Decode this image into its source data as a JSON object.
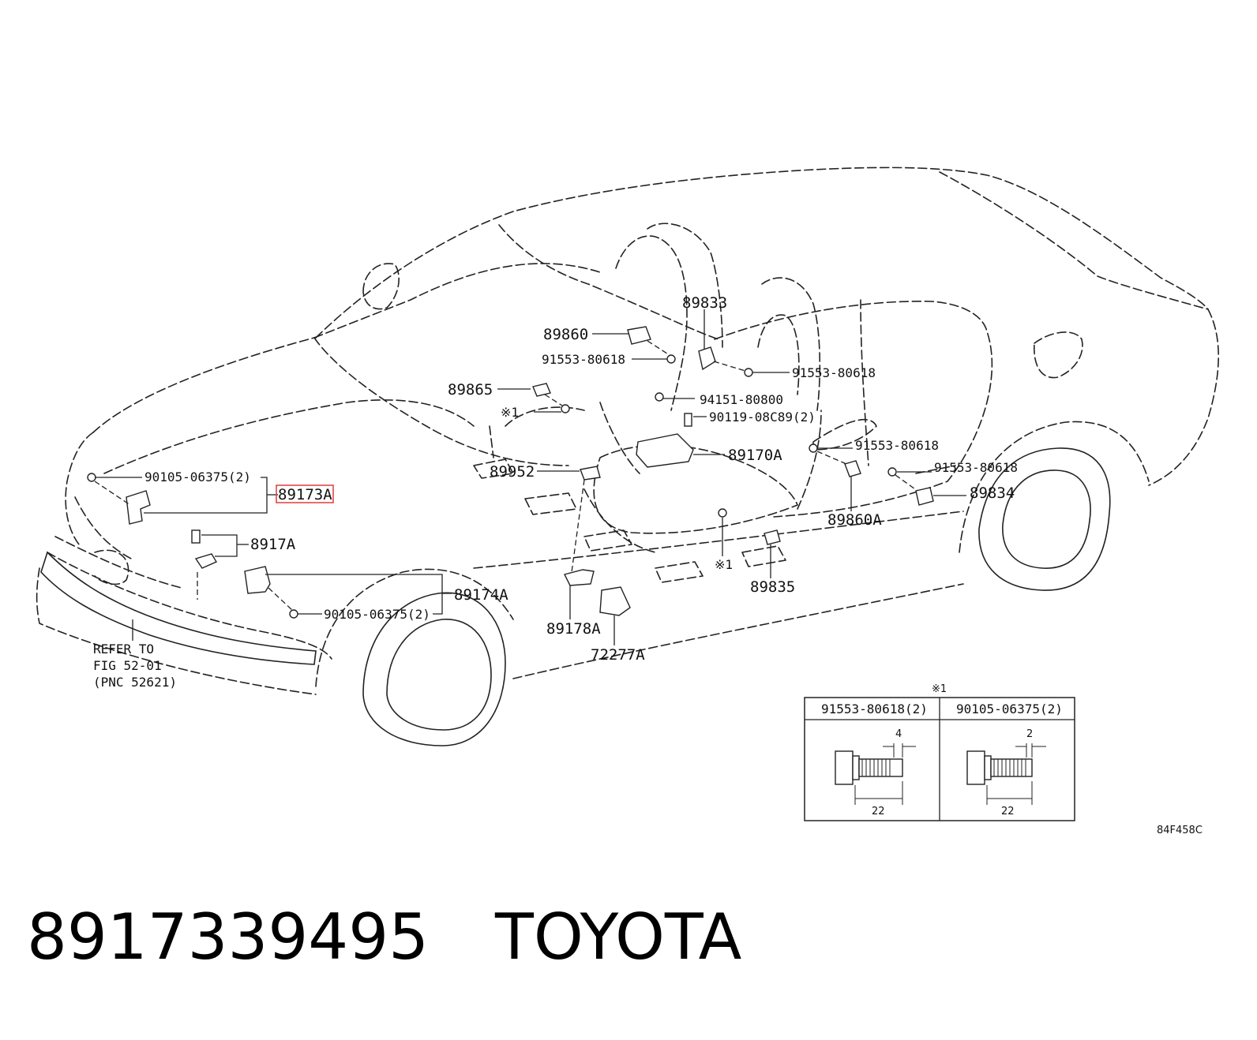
{
  "part_number": "8917339495",
  "brand": "TOYOTA",
  "figure_code": "84F458C",
  "callouts": {
    "c89833": "89833",
    "c89860": "89860",
    "c91553_a": "91553-80618",
    "c91553_b": "91553-80618",
    "c91553_c": "91553-80618",
    "c91553_d": "91553-80618",
    "c89865": "89865",
    "c94151": "94151-80800",
    "note1_a": "※1",
    "c90119": "90119-08C89(2)",
    "c90105_a": "90105-06375(2)",
    "c89173a": "89173A",
    "c89170a": "89170A",
    "c89952": "89952",
    "c89834": "89834",
    "c89860a": "89860A",
    "c8917a": "8917A",
    "note1_b": "※1",
    "c89835": "89835",
    "c89174a": "89174A",
    "c90105_b": "90105-06375(2)",
    "c89178a": "89178A",
    "c72277a": "72277A"
  },
  "refer": {
    "line1": "REFER TO",
    "line2": "FIG 52-01",
    "line3": "(PNC 52621)"
  },
  "inset": {
    "mark": "※1",
    "col1": {
      "title": "91553-80618(2)",
      "dim_small": "4",
      "dim_len": "22"
    },
    "col2": {
      "title": "90105-06375(2)",
      "dim_small": "2",
      "dim_len": "22"
    }
  },
  "highlight_color": "#e23b3b"
}
